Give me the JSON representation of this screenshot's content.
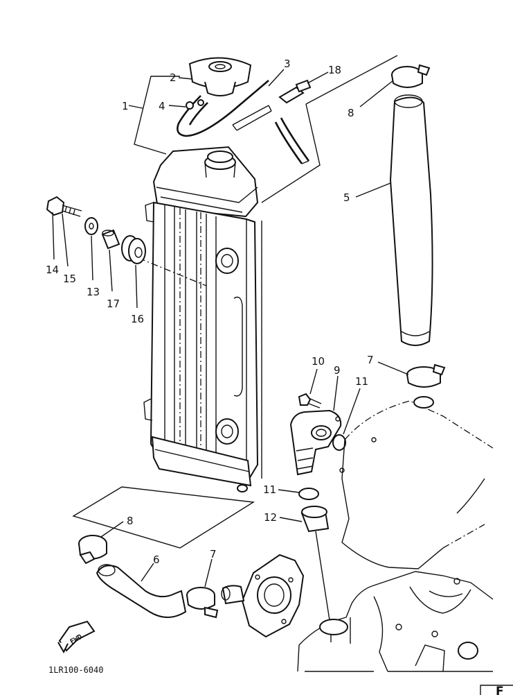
{
  "diagram": {
    "drawing_code": "1LR100-6040",
    "direction_badge": "FWD",
    "corner_tab": "F",
    "callouts": [
      "1",
      "2",
      "3",
      "4",
      "5",
      "6",
      "7",
      "7",
      "8",
      "8",
      "9",
      "10",
      "11",
      "11",
      "12",
      "13",
      "14",
      "15",
      "16",
      "17",
      "18"
    ]
  }
}
